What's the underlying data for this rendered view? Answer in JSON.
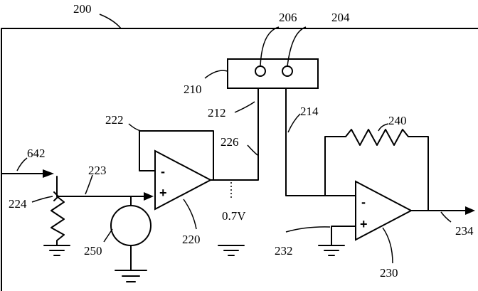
{
  "labels": {
    "l200": "200",
    "l206": "206",
    "l204": "204",
    "l210": "210",
    "l212": "212",
    "l214": "214",
    "l222": "222",
    "l226": "226",
    "l240": "240",
    "l642": "642",
    "l223": "223",
    "l224": "224",
    "l220": "220",
    "l250": "250",
    "voltage": "0.7V",
    "l232": "232",
    "l234": "234",
    "l230": "230"
  },
  "symbols": {
    "minus": "-",
    "plus": "+"
  }
}
